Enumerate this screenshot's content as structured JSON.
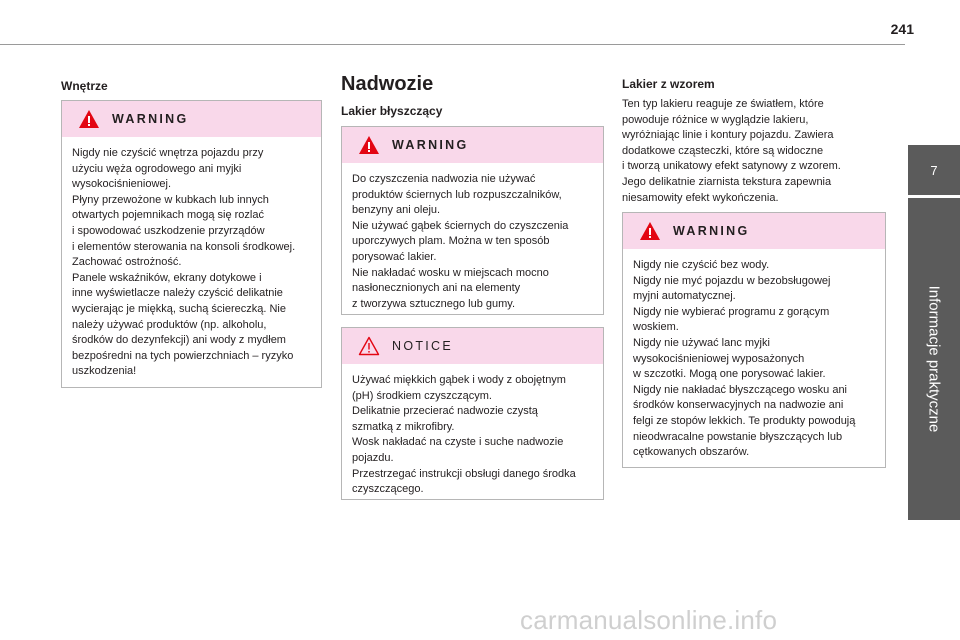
{
  "page": {
    "number": "241"
  },
  "side_tab": {
    "chapter_number": "7",
    "chapter_title": "Informacje praktyczne"
  },
  "left": {
    "heading": "Wnętrze",
    "warning": {
      "label": "WARNING",
      "text": "Nigdy nie czyścić wnętrza pojazdu przy\nużyciu węża ogrodowego ani myjki\nwysokociśnieniowej.\nPłyny przewożone w kubkach lub innych\notwartych pojemnikach mogą się rozlać\ni spowodować uszkodzenie przyrządów\ni elementów sterowania na konsoli środkowej.\nZachować ostrożność.\nPanele wskaźników, ekrany dotykowe i\ninne wyświetlacze należy czyścić delikatnie\nwycierając je miękką, suchą ściereczką. Nie\nnależy używać produktów (np. alkoholu,\nśrodków do dezynfekcji) ani wody z mydłem\nbezpośredni na tych powierzchniach – ryzyko\nuszkodzenia!"
    }
  },
  "middle": {
    "title": "Nadwozie",
    "subheading": "Lakier błyszczący",
    "warning": {
      "label": "WARNING",
      "text": "Do czyszczenia nadwozia nie używać\nproduktów ściernych lub rozpuszczalników,\nbenzyny ani oleju.\nNie używać gąbek ściernych do czyszczenia\nuporczywych plam. Można w ten sposób\nporysować lakier.\nNie nakładać wosku w miejscach mocno\nnasłonecznionych ani na elementy\nz tworzywa sztucznego lub gumy."
    },
    "notice": {
      "label": "NOTICE",
      "text": "Używać miękkich gąbek i wody z obojętnym\n(pH) środkiem czyszczącym.\nDelikatnie przecierać nadwozie czystą\nszmatką z mikrofibry.\nWosk nakładać na czyste i suche nadwozie\npojazdu.\nPrzestrzegać instrukcji obsługi danego środka\nczyszczącego."
    }
  },
  "right": {
    "heading": "Lakier z wzorem",
    "paragraph": "Ten typ lakieru reaguje ze światłem, które\npowoduje różnice w wyglądzie lakieru,\nwyróżniając linie i kontury pojazdu. Zawiera\ndodatkowe cząsteczki, które są widoczne\ni tworzą unikatowy efekt satynowy z wzorem.\nJego delikatnie ziarnista tekstura zapewnia\nniesamowity efekt wykończenia.",
    "warning": {
      "label": "WARNING",
      "text": "Nigdy nie czyścić bez wody.\nNigdy nie myć pojazdu w bezobsługowej\nmyjni automatycznej.\nNigdy nie wybierać programu z gorącym\nwoskiem.\nNigdy nie używać lanc myjki\nwysokociśnieniowej wyposażonych\nw szczotki. Mogą one porysować lakier.\nNigdy nie nakładać błyszczącego wosku ani\nśrodków konserwacyjnych na nadwozie ani\nfelgi ze stopów lekkich. Te produkty powodują\nnieodwracalne powstanie błyszczących lub\ncętkowanych obszarów."
    }
  },
  "watermark": "carmanualsonline.info",
  "colors": {
    "warning_band": "#f9d8ea",
    "icon_red": "#e30613",
    "side_tab": "#5b5b5b"
  }
}
